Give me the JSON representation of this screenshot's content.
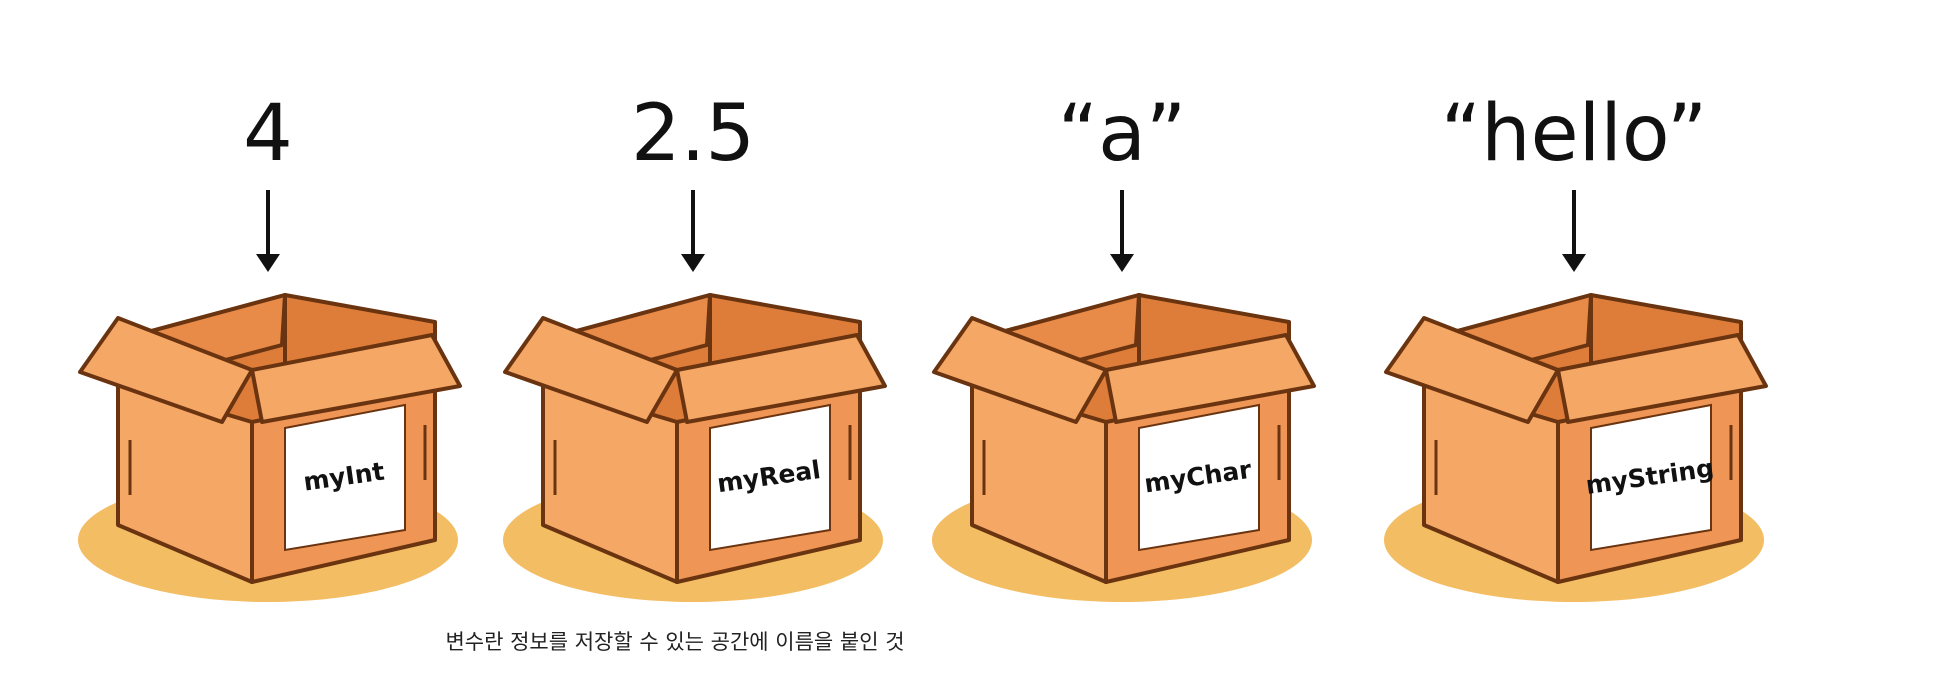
{
  "boxes": [
    {
      "value": "4",
      "label": "myInt"
    },
    {
      "value": "2.5",
      "label": "myReal"
    },
    {
      "value": "“a”",
      "label": "myChar"
    },
    {
      "value": "“hello”",
      "label": "myString"
    }
  ],
  "caption": "변수란 정보를 저장할 수 있는 공간에 이름을 붙인 것",
  "colors": {
    "shadow": "#f3bd63",
    "outline": "#6b3410",
    "box_front": "#f5a766",
    "box_side": "#ef9656",
    "box_inside": "#de7d3a",
    "flap_light": "#f5a766",
    "flap_dark": "#e88a48",
    "label_bg": "#ffffff",
    "text": "#111111"
  }
}
